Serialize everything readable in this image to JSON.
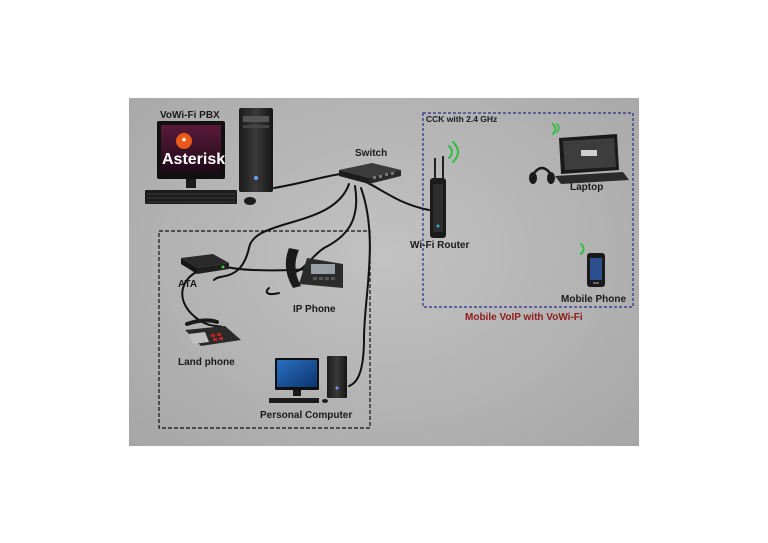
{
  "labels": {
    "pbx": "VoWi-Fi PBX",
    "asterisk_logo": "Asterisk",
    "switch": "Switch",
    "cck": "CCK with 2.4 GHz",
    "laptop": "Laptop",
    "wifi_router": "Wi-Fi Router",
    "ata": "ATA",
    "ip_phone": "IP Phone",
    "mobile_phone": "Mobile Phone",
    "mobile_voip": "Mobile VoIP with VoWi-Fi",
    "land_phone": "Land phone",
    "personal_computer": "Personal Computer"
  },
  "colors": {
    "background": "#b5b5b5",
    "wifi_signal": "#2fbf3f",
    "wireless_box_border": "#2a2f8f",
    "wired_box_border": "#111111",
    "mobile_voip_label": "#8e1a1a"
  },
  "icons": [
    "pbx-server-icon",
    "switch-icon",
    "wifi-router-icon",
    "laptop-icon",
    "headset-icon",
    "smartphone-icon",
    "ata-icon",
    "ip-phone-icon",
    "land-phone-icon",
    "personal-computer-icon",
    "wifi-signal-icon"
  ]
}
